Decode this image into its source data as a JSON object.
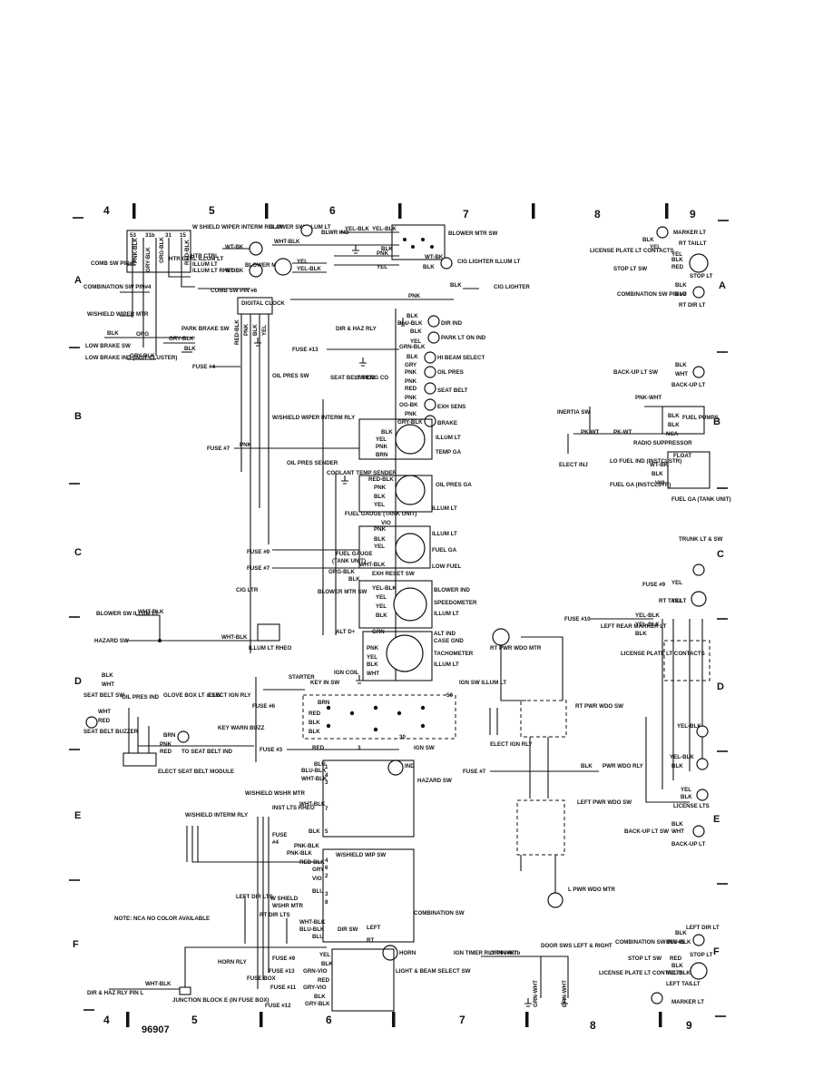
{
  "zones_top": [
    "4",
    "5",
    "6",
    "7",
    "8",
    "9"
  ],
  "zones_bottom": [
    "4",
    "5",
    "6",
    "7",
    "8",
    "9"
  ],
  "rows_left": [
    "A",
    "B",
    "C",
    "D",
    "E",
    "F"
  ],
  "rows_right": [
    "A",
    "B",
    "C",
    "D",
    "E",
    "F"
  ],
  "figure_number": "96907",
  "components": {
    "wshield_wiper_interm_relay": "W SHIELD WIPER INTERM RELAY",
    "blower_sw_illum_lt": "BLOWER SW ILLUM LT",
    "blwr_ind": "BLWR IND",
    "blower_mtr_sw": "BLOWER MTR SW",
    "htr_ctrl_illum_lt": "HTR CTRL ILLUM LT",
    "blower_mtr": "BLOWER MTR",
    "cig_lighter_illum_lt": "CIG LIGHTER ILLUM LT",
    "cig_lighter": "CIG LIGHTER",
    "comb_sw_pin7": "COMB SW PIN#7",
    "combination_sw_pin4": "COMBINATION SW PIN#4",
    "illum_lt_rheo": "ILLUM LT RHEO",
    "comb_sw_pin6": "COMB SW PIN #6",
    "digital_clock": "DIGITAL CLOCK",
    "wshield_wiper_mtr": "W/SHIELD WIPER MTR",
    "park_brake_sw": "PARK BRAKE SW",
    "low_brake_sw": "LOW BRAKE SW",
    "low_brake_ind_cluster": "LOW BRAKE IND (INST CLUSTER)",
    "fuse4": "FUSE #4",
    "dir_haz_rly": "DIR & HAZ RLY",
    "fuse13": "FUSE #13",
    "oil_pres_sw": "OIL PRES SW",
    "seat_belt_mod": "SEAT BELT MOD",
    "sw_eng_co": "SW ENG CO",
    "dir_ind": "DIR IND",
    "park_lt_on_ind": "PARK LT ON IND",
    "hi_beam_select": "HI BEAM SELECT",
    "oil_pres": "OIL PRES",
    "seat_belt": "SEAT BELT",
    "exh_sens": "EXH SENS",
    "brake": "BRAKE",
    "wshield_wiper_interm_rly": "W/SHIELD WIPER INTERM RLY",
    "illum_lt": "ILLUM LT",
    "temp_ga": "TEMP GA",
    "fuse7": "FUSE #7",
    "oil_pres_sender": "OIL PRES SENDER",
    "coolant_temp_sender": "COOLANT TEMP SENDER",
    "oil_pres_ga": "OIL PRES GA",
    "fuel_gauge_tank_unit": "FUEL GAUGE (TANK UNIT)",
    "fuel_ga": "FUEL GA",
    "low_fuel": "LOW FUEL",
    "fuse9": "FUSE #9",
    "exh_reset_sw": "EXH RESET SW",
    "blower_ind": "BLOWER IND",
    "blower_mtr_sw2": "BLOWER MTR SW",
    "speedometer": "SPEEDOMETER",
    "cig_ltr": "CIG LTR",
    "blower_sw_illum_lt2": "BLOWER SW ILLUM LT",
    "hazard_sw": "HAZARD SW",
    "illum_lt_rheo2": "ILLUM LT RHEO",
    "alt_d": "ALT D+",
    "alt_ind": "ALT IND",
    "case_gnd": "CASE GND",
    "tachometer": "TACHOMETER",
    "ign_coil": "IGN COIL",
    "starter": "STARTER",
    "key_in_sw": "KEY IN SW",
    "elect_ign_rly": "ELECT IGN RLY",
    "fuse6": "FUSE #6",
    "key_warn_buzz": "KEY WARN BUZZ",
    "fuse3": "FUSE #3",
    "ign_sw": "IGN SW",
    "seat_belt_sw": "SEAT BELT SW",
    "oil_pres_ind": "OIL PRES IND",
    "glove_box_lt_sw": "GLOVE BOX LT & SW",
    "seat_belt_buzzer": "SEAT BELT BUZZER",
    "to_seat_belt_ind": "TO SEAT BELT IND",
    "elect_seat_belt_module": "ELECT SEAT BELT MODULE",
    "ind": "IND",
    "hazard_sw2": "HAZARD SW",
    "wshield_wshr_mtr": "W/SHIELD WSHR MTR",
    "inst_lts_rheo": "INST LTS RHEO",
    "wshield_interm_rly": "W/SHIELD INTERM RLY",
    "wshield_wip_sw": "W/SHIELD WIP SW",
    "left_dir_lts": "LEFT DIR LTS",
    "rt_dir_lts": "RT DIR LTS",
    "dir_sw": "DIR SW",
    "combination_sw": "COMBINATION SW",
    "horn": "HORN",
    "horn_rly": "HORN RLY",
    "fuse_box": "FUSE BOX",
    "light_beam_select_sw": "LIGHT & BEAM SELECT SW",
    "fuse11": "FUSE #11",
    "fuse12": "FUSE #12",
    "dir_haz_rly_pin_l": "DIR & HAZ RLY PIN L",
    "junction_block": "JUNCTION BLOCK E (IN FUSE BOX)",
    "note": "NOTE: NCA NO COLOR AVAILABLE",
    "rt_pwr_wdo_mtr": "RT PWR WDO MTR",
    "ign_sw_illum_lt": "IGN SW ILLUM LT",
    "rt_pwr_wdo_sw": "RT PWR WDO SW",
    "elect_ign_rly2": "ELECT IGN RLY",
    "pwr_wdo_rly": "PWR WDO RLY",
    "left_pwr_wdo_sw": "LEFT PWR WDO SW",
    "l_pwr_wdo_mtr": "L PWR WDO MTR",
    "ign_timer_rly": "IGN TIMER RLY PIN #87b",
    "door_sws": "DOOR SWS LEFT & RIGHT",
    "marker_lt": "MARKER LT",
    "rt_taillt": "RT TAILLT",
    "license_plate_lt_contacts": "LICENSE PLATE LT CONTACTS",
    "stop_lt_sw": "STOP LT SW",
    "stop_lt": "STOP LT",
    "combination_sw_pin2": "COMBINATION SW PIN #2",
    "rt_dir_lt": "RT DIR LT",
    "back_up_lt_sw": "BACK-UP LT SW",
    "back_up_lt": "BACK-UP LT",
    "inertia_sw": "INERTIA SW",
    "fuel_pumps": "FUEL PUMPS",
    "radio_suppressor": "RADIO SUPPRESSOR",
    "elect_inj": "ELECT INJ",
    "lo_fuel_ind": "LO FUEL IND (INSTCLSTR)",
    "fuel_ga_instclstr": "FUEL GA (INSTCLSTR)",
    "float": "FLOAT",
    "fuel_ga_tank_unit": "FUEL GA (TANK UNIT)",
    "trunk_lt_sw": "TRUNK LT & SW",
    "fuse9b": "FUSE #9",
    "rt_taillt2": "RT TAILLT",
    "fuse10": "FUSE #10",
    "left_rear_marker_lt": "LEFT REAR MARKER LT",
    "license_plate_lt_contacts2": "LICENSE PLATE LT CONTACTS",
    "license_lts": "LICENSE LTS",
    "back_up_lt_sw2": "BACK-UP LT SW",
    "back_up_lt2": "BACK-UP LT",
    "left_dir_lt": "LEFT DIR LT",
    "combination_sw_pin5": "COMBINATION SW PIN #5",
    "stop_lt_sw2": "STOP LT SW",
    "stop_lt2": "STOP LT",
    "license_plate_lt_contacts3": "LICENSE PLATE LT CONTACTS",
    "left_taillt": "LEFT TAILLT",
    "marker_lt2": "MARKER LT"
  },
  "wire_colors": [
    "WT-BK",
    "YEL-BLK",
    "WHT-BLK",
    "BLK",
    "PNK",
    "YEL",
    "BRN",
    "ORG",
    "GRY-BLK",
    "BLU-BLK",
    "GRN-BLK",
    "GRY",
    "RED",
    "OG-BK",
    "PNK-BLK",
    "RED-BLK",
    "VIO",
    "GRN",
    "WHT",
    "BLU",
    "GRN-VIO",
    "GRY-VIO",
    "BLU-WHT",
    "PNK-WHT",
    "PK-WT",
    "NCA",
    "YEL-BLK"
  ],
  "terminal_numbers": [
    "53",
    "31b",
    "31",
    "15",
    "15",
    "30",
    "50",
    "4",
    "3",
    "7",
    "5",
    "8",
    "6",
    "2",
    "1"
  ]
}
